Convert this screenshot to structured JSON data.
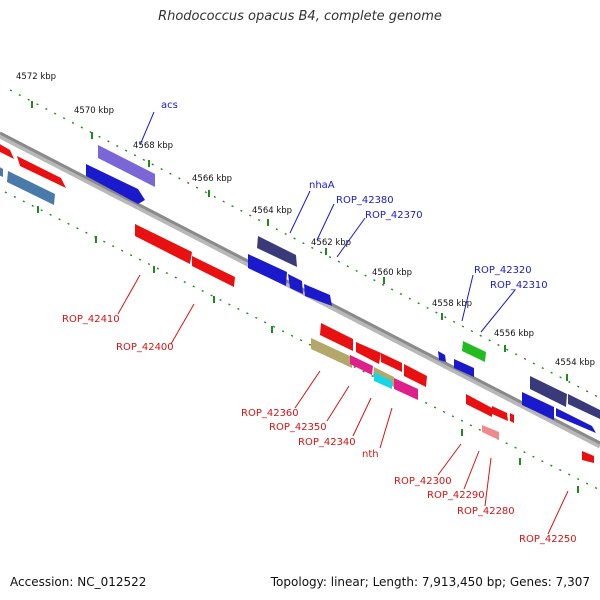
{
  "title": "Rhodococcus opacus B4, complete genome",
  "footer": {
    "accession_label": "Accession:",
    "accession_value": "NC_012522",
    "topology_label": "Topology:",
    "topology_value": "linear;",
    "length_label": "Length:",
    "length_value": "7,913,450 bp;",
    "genes_label": "Genes:",
    "genes_value": "7,307"
  },
  "colors": {
    "backbone": "#8a8a8a",
    "tick": "#1f8a1f",
    "ruler_text": "#111111",
    "label_forward": "#1a1acc",
    "label_reverse": "#d61414"
  },
  "scale_labels": [
    "4572 kbp",
    "4570 kbp",
    "4568 kbp",
    "4566 kbp",
    "4564 kbp",
    "4562 kbp",
    "4560 kbp",
    "4558 kbp",
    "4556 kbp",
    "4554 kbp"
  ],
  "forward_gene_labels": [
    "acs",
    "nhaA",
    "ROP_42380",
    "ROP_42370",
    "ROP_42320",
    "ROP_42310"
  ],
  "reverse_gene_labels": [
    "ROP_42410",
    "ROP_42400",
    "ROP_42360",
    "ROP_42350",
    "ROP_42340",
    "nth",
    "ROP_42300",
    "ROP_42290",
    "ROP_42280",
    "ROP_42250"
  ],
  "gene_colors": {
    "purple": "#7a66d6",
    "blue": "#1a1acc",
    "steel": "#4a7aaa",
    "red": "#e81010",
    "green": "#22bb22",
    "olive": "#b3a86a",
    "magenta": "#e0208a",
    "cyan": "#16d6e6",
    "pink": "#f08a8a",
    "navy": "#3a3a7a"
  }
}
